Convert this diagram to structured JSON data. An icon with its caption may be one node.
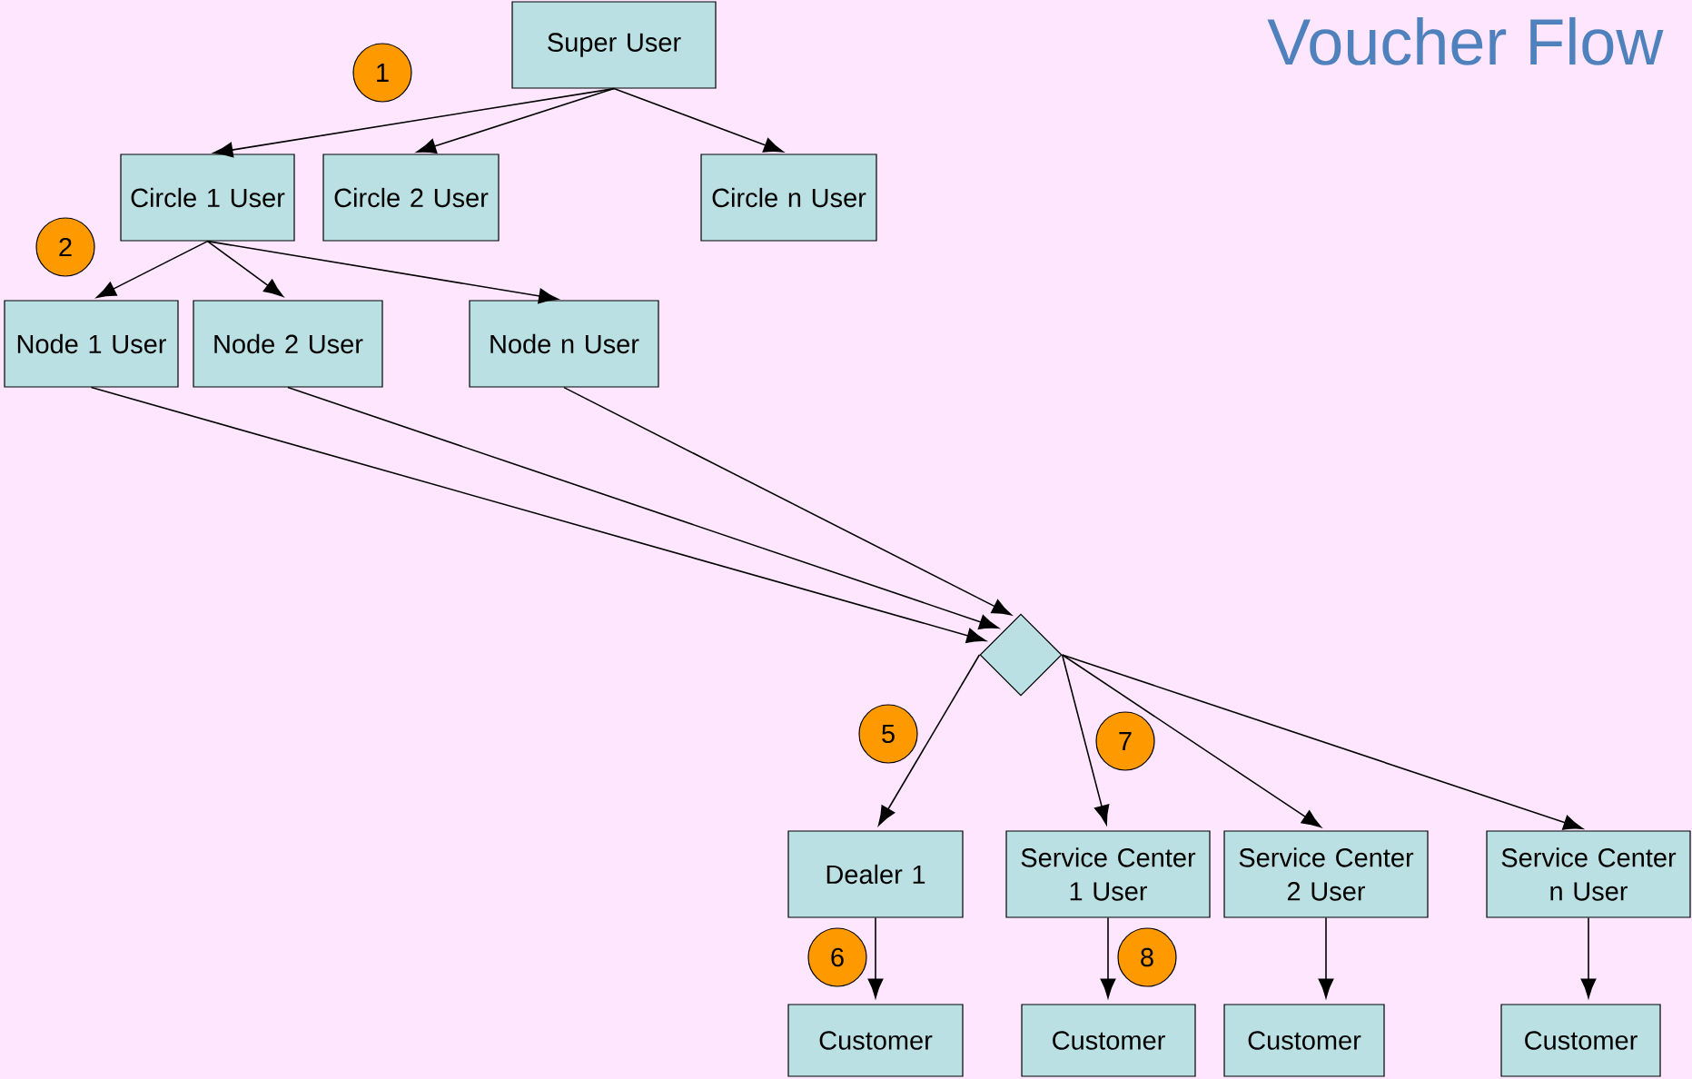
{
  "diagram": {
    "title": "Voucher Flow",
    "nodes": [
      {
        "text": [
          "Super User"
        ]
      },
      {
        "text": [
          "Circle 1 User"
        ]
      },
      {
        "text": [
          "Circle 2 User"
        ]
      },
      {
        "text": [
          "Circle n User"
        ]
      },
      {
        "text": [
          "Node 1 User"
        ]
      },
      {
        "text": [
          "Node 2 User"
        ]
      },
      {
        "text": [
          "Node n User"
        ]
      },
      {
        "text": [],
        "shape": "diamond"
      },
      {
        "text": [
          "Dealer 1"
        ]
      },
      {
        "text": [
          "Service Center 1 User"
        ]
      },
      {
        "text": [
          "Service Center 2 User"
        ]
      },
      {
        "text": [
          "Service Center n User"
        ]
      },
      {
        "text": [
          "Customer"
        ]
      },
      {
        "text": [
          "Customer"
        ]
      },
      {
        "text": [
          "Customer"
        ]
      },
      {
        "text": [
          "Customer"
        ]
      }
    ],
    "edges": [
      {
        "from": 0,
        "to": 1,
        "arrow": "to"
      },
      {
        "from": 0,
        "to": 2,
        "arrow": "to"
      },
      {
        "from": 0,
        "to": 3,
        "arrow": "to"
      },
      {
        "from": 1,
        "to": 4,
        "arrow": "to"
      },
      {
        "from": 1,
        "to": 5,
        "arrow": "to"
      },
      {
        "from": 1,
        "to": 6,
        "arrow": "to"
      },
      {
        "from": 4,
        "to": 7,
        "arrow": "to"
      },
      {
        "from": 5,
        "to": 7,
        "arrow": "to"
      },
      {
        "from": 6,
        "to": 7,
        "arrow": "to"
      },
      {
        "from": 7,
        "to": 8,
        "arrow": "to"
      },
      {
        "from": 7,
        "to": 9,
        "arrow": "to"
      },
      {
        "from": 7,
        "to": 10,
        "arrow": "to"
      },
      {
        "from": 7,
        "to": 11,
        "arrow": "to"
      },
      {
        "from": 8,
        "to": 12,
        "arrow": "to"
      },
      {
        "from": 9,
        "to": 13,
        "arrow": "to"
      },
      {
        "from": 10,
        "to": 14,
        "arrow": "to"
      },
      {
        "from": 11,
        "to": 15,
        "arrow": "to"
      }
    ],
    "labels": [
      "1",
      "2",
      "5",
      "6",
      "7",
      "8"
    ]
  }
}
